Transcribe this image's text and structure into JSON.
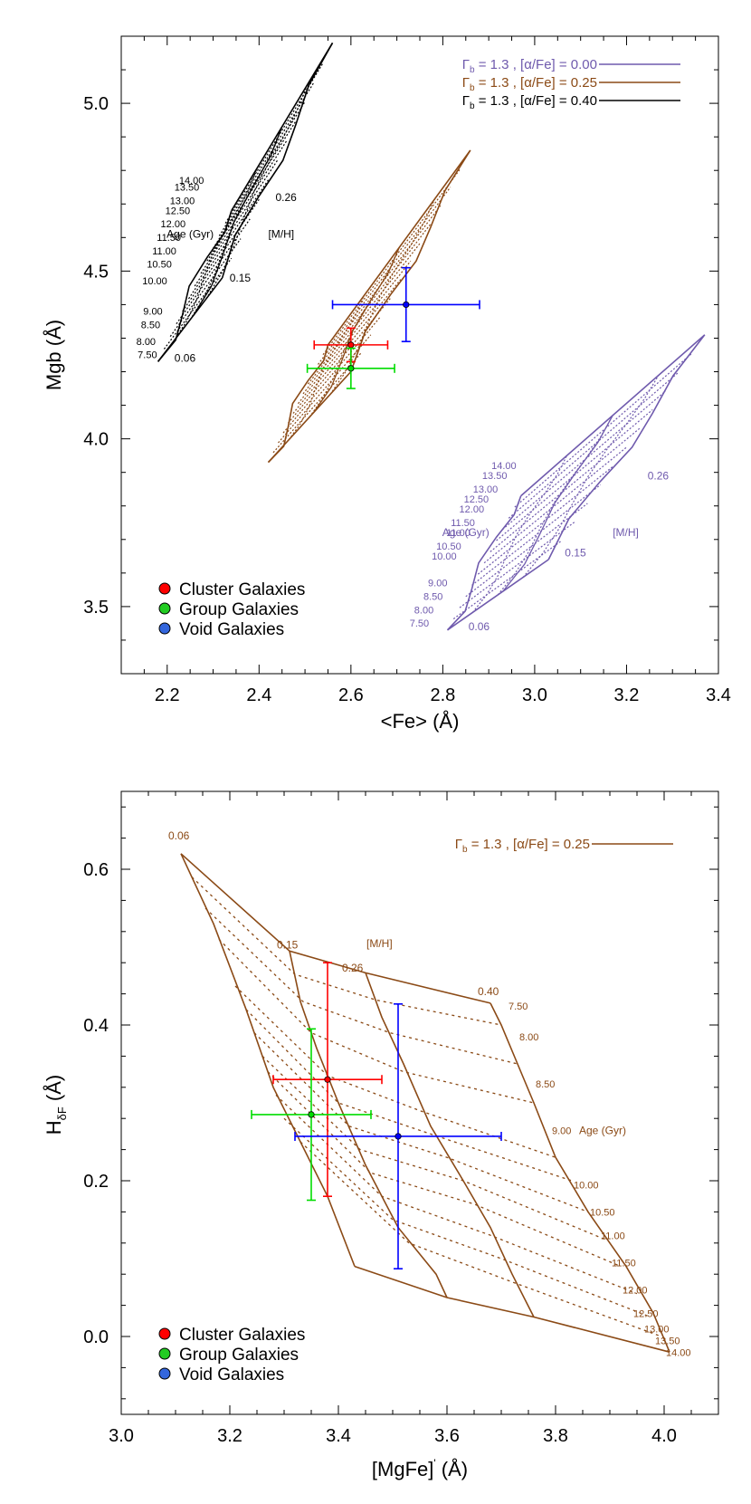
{
  "chart_data": [
    {
      "type": "line",
      "xlabel": "<Fe> (Å)",
      "ylabel": "Mgb (Å)",
      "xlim": [
        2.1,
        3.4
      ],
      "ylim": [
        3.3,
        5.2
      ],
      "xticks": [
        "2.2",
        "2.4",
        "2.6",
        "2.8",
        "3.0",
        "3.2",
        "3.4"
      ],
      "yticks": [
        "3.5",
        "4.0",
        "4.5",
        "5.0"
      ],
      "legend_lines": [
        {
          "parts": [
            "Γ",
            "b",
            " = 1.3 , [α/Fe] = 0.00"
          ],
          "color": "#6f5aad"
        },
        {
          "parts": [
            "Γ",
            "b",
            " = 1.3 , [α/Fe] = 0.25"
          ],
          "color": "#8b4a16"
        },
        {
          "parts": [
            "Γ",
            "b",
            " = 1.3 , [α/Fe] = 0.40"
          ],
          "color": "#000000"
        }
      ],
      "grids": [
        {
          "name": "[α/Fe] = 0.40",
          "color": "#000000",
          "corners": {
            "low_young": [
              2.18,
              4.23
            ],
            "low_old": [
              2.34,
              4.68
            ],
            "high_young": [
              2.32,
              4.48
            ],
            "high_old": [
              2.56,
              5.18
            ]
          },
          "ages": [
            "7.50",
            "8.00",
            "8.50",
            "9.00",
            "10.00",
            "10.50",
            "11.00",
            "11.50",
            "12.00",
            "12.50",
            "13.00",
            "13.50",
            "14.00"
          ],
          "age_label_points": [
            [
              2.178,
              4.24
            ],
            [
              2.175,
              4.28
            ],
            [
              2.185,
              4.33
            ],
            [
              2.19,
              4.37
            ],
            [
              2.2,
              4.46
            ],
            [
              2.21,
              4.51
            ],
            [
              2.22,
              4.55
            ],
            [
              2.23,
              4.59
            ],
            [
              2.24,
              4.63
            ],
            [
              2.25,
              4.67
            ],
            [
              2.26,
              4.7
            ],
            [
              2.27,
              4.74
            ],
            [
              2.28,
              4.76
            ]
          ],
          "metallicities": [
            "0.06",
            "0.15",
            "0.26"
          ],
          "metallicity_label_points": [
            [
              2.2,
              4.24
            ],
            [
              2.32,
              4.48
            ],
            [
              2.42,
              4.72
            ]
          ],
          "age_axis_label": "Age (Gyr)",
          "age_axis_label_point": [
            2.12,
            4.6
          ],
          "metal_axis_label": "[M/H]",
          "metal_axis_label_point": [
            2.42,
            4.6
          ]
        },
        {
          "name": "[α/Fe] = 0.25",
          "color": "#8b4a16",
          "corners": {
            "low_young": [
              2.42,
              3.93
            ],
            "low_old": [
              2.55,
              4.28
            ],
            "high_young": [
              2.6,
              4.2
            ],
            "high_old": [
              2.86,
              4.86
            ]
          }
        },
        {
          "name": "[α/Fe] = 0.00",
          "color": "#6f5aad",
          "corners": {
            "low_young": [
              2.81,
              3.43
            ],
            "low_old": [
              2.97,
              3.83
            ],
            "high_young": [
              3.03,
              3.64
            ],
            "high_old": [
              3.37,
              4.31
            ]
          },
          "ages": [
            "7.50",
            "8.00",
            "8.50",
            "9.00",
            "10.00",
            "10.50",
            "11.00",
            "11.50",
            "12.00",
            "12.50",
            "13.00",
            "13.50",
            "14.00"
          ],
          "age_label_points": [
            [
              2.77,
              3.44
            ],
            [
              2.78,
              3.48
            ],
            [
              2.8,
              3.52
            ],
            [
              2.81,
              3.56
            ],
            [
              2.83,
              3.64
            ],
            [
              2.84,
              3.67
            ],
            [
              2.86,
              3.71
            ],
            [
              2.87,
              3.74
            ],
            [
              2.89,
              3.78
            ],
            [
              2.9,
              3.81
            ],
            [
              2.92,
              3.84
            ],
            [
              2.94,
              3.88
            ],
            [
              2.96,
              3.91
            ]
          ],
          "metallicities": [
            "0.06",
            "0.15",
            "0.26"
          ],
          "metallicity_label_points": [
            [
              2.84,
              3.44
            ],
            [
              3.05,
              3.66
            ],
            [
              3.23,
              3.89
            ]
          ],
          "age_axis_label": "Age (Gyr)",
          "age_axis_label_point": [
            2.72,
            3.71
          ],
          "metal_axis_label": "[M/H]",
          "metal_axis_label_point": [
            3.17,
            3.71
          ]
        }
      ],
      "points": [
        {
          "name": "Cluster Galaxies",
          "x": 2.6,
          "y": 4.28,
          "xerr": 0.08,
          "yerr": 0.05,
          "color": "#ff0000"
        },
        {
          "name": "Group Galaxies",
          "x": 2.6,
          "y": 4.21,
          "xerr": 0.095,
          "yerr": 0.06,
          "color": "#00dd00"
        },
        {
          "name": "Void Galaxies",
          "x": 2.72,
          "y": 4.4,
          "xerr": 0.16,
          "yerr": 0.11,
          "color": "#0000ff"
        }
      ],
      "legend": {
        "placement": "bottom-left",
        "entries": [
          {
            "label": "Cluster Galaxies",
            "color": "#ff0000"
          },
          {
            "label": "Group Galaxies",
            "color": "#22cc22"
          },
          {
            "label": "Void Galaxies",
            "color": "#3366dd"
          }
        ]
      }
    },
    {
      "type": "line",
      "xlabel_parts": [
        "[MgFe]",
        "'",
        " (Å)"
      ],
      "ylabel_parts": [
        "H",
        "δF",
        " (Å)"
      ],
      "xlim": [
        3.0,
        4.1
      ],
      "ylim": [
        -0.1,
        0.7
      ],
      "xticks": [
        "3.0",
        "3.2",
        "3.4",
        "3.6",
        "3.8",
        "4.0"
      ],
      "yticks": [
        "0.0",
        "0.2",
        "0.4",
        "0.6"
      ],
      "legend_lines": [
        {
          "parts": [
            "Γ",
            "b",
            " = 1.3 , [α/Fe] = 0.25"
          ],
          "color": "#8b4a16"
        }
      ],
      "grid": {
        "color": "#8b4a16",
        "metal_lines": [
          {
            "label": "0.06",
            "points": [
              [
                3.11,
                0.62
              ],
              [
                3.17,
                0.53
              ],
              [
                3.23,
                0.42
              ],
              [
                3.28,
                0.32
              ],
              [
                3.33,
                0.25
              ],
              [
                3.38,
                0.18
              ],
              [
                3.43,
                0.09
              ]
            ]
          },
          {
            "label": "0.15",
            "points": [
              [
                3.31,
                0.495
              ],
              [
                3.33,
                0.43
              ],
              [
                3.36,
                0.37
              ],
              [
                3.4,
                0.3
              ],
              [
                3.45,
                0.22
              ],
              [
                3.51,
                0.14
              ],
              [
                3.58,
                0.08
              ],
              [
                3.6,
                0.05
              ]
            ]
          },
          {
            "label": "0.26",
            "points": [
              [
                3.45,
                0.467
              ],
              [
                3.48,
                0.41
              ],
              [
                3.52,
                0.35
              ],
              [
                3.57,
                0.27
              ],
              [
                3.63,
                0.2
              ],
              [
                3.68,
                0.14
              ],
              [
                3.72,
                0.08
              ],
              [
                3.76,
                0.025
              ]
            ]
          },
          {
            "label": "0.40",
            "points": [
              [
                3.68,
                0.428
              ],
              [
                3.7,
                0.4
              ],
              [
                3.73,
                0.35
              ],
              [
                3.76,
                0.3
              ],
              [
                3.8,
                0.23
              ],
              [
                3.86,
                0.16
              ],
              [
                3.93,
                0.09
              ],
              [
                3.98,
                0.03
              ],
              [
                4.01,
                -0.02
              ]
            ]
          }
        ],
        "age_lines": [
          {
            "label": "7.50",
            "points": [
              [
                3.11,
                0.62
              ],
              [
                3.31,
                0.495
              ],
              [
                3.45,
                0.467
              ],
              [
                3.68,
                0.428
              ]
            ]
          },
          {
            "label": "8.00",
            "points": [
              [
                3.13,
                0.59
              ],
              [
                3.32,
                0.465
              ],
              [
                3.47,
                0.432
              ],
              [
                3.7,
                0.4
              ]
            ]
          },
          {
            "label": "8.50",
            "points": [
              [
                3.155,
                0.55
              ],
              [
                3.335,
                0.43
              ],
              [
                3.495,
                0.39
              ],
              [
                3.73,
                0.35
              ]
            ]
          },
          {
            "label": "9.00",
            "points": [
              [
                3.18,
                0.51
              ],
              [
                3.35,
                0.39
              ],
              [
                3.52,
                0.34
              ],
              [
                3.76,
                0.3
              ]
            ]
          },
          {
            "label": "10.00",
            "points": [
              [
                3.21,
                0.45
              ],
              [
                3.38,
                0.335
              ],
              [
                3.55,
                0.29
              ],
              [
                3.8,
                0.23
              ]
            ]
          },
          {
            "label": "10.50",
            "points": [
              [
                3.23,
                0.42
              ],
              [
                3.4,
                0.3
              ],
              [
                3.57,
                0.26
              ],
              [
                3.83,
                0.2
              ]
            ]
          },
          {
            "label": "11.00",
            "points": [
              [
                3.245,
                0.39
              ],
              [
                3.42,
                0.27
              ],
              [
                3.6,
                0.23
              ],
              [
                3.86,
                0.16
              ]
            ]
          },
          {
            "label": "11.50",
            "points": [
              [
                3.26,
                0.36
              ],
              [
                3.44,
                0.24
              ],
              [
                3.63,
                0.2
              ],
              [
                3.89,
                0.125
              ]
            ]
          },
          {
            "label": "12.00",
            "points": [
              [
                3.27,
                0.34
              ],
              [
                3.46,
                0.21
              ],
              [
                3.65,
                0.17
              ],
              [
                3.92,
                0.09
              ]
            ]
          },
          {
            "label": "12.50",
            "points": [
              [
                3.285,
                0.31
              ],
              [
                3.48,
                0.18
              ],
              [
                3.68,
                0.13
              ],
              [
                3.95,
                0.055
              ]
            ]
          },
          {
            "label": "13.00",
            "points": [
              [
                3.3,
                0.28
              ],
              [
                3.5,
                0.15
              ],
              [
                3.7,
                0.1
              ],
              [
                3.975,
                0.025
              ]
            ]
          },
          {
            "label": "13.50",
            "points": [
              [
                3.33,
                0.25
              ],
              [
                3.53,
                0.12
              ],
              [
                3.72,
                0.07
              ],
              [
                3.995,
                0.0
              ]
            ]
          },
          {
            "label": "14.00",
            "points": [
              [
                3.43,
                0.09
              ],
              [
                3.6,
                0.05
              ],
              [
                3.76,
                0.025
              ],
              [
                4.01,
                -0.02
              ]
            ]
          }
        ],
        "age_label_points": [
          [
            3.69,
            0.42
          ],
          [
            3.71,
            0.38
          ],
          [
            3.74,
            0.32
          ],
          [
            3.77,
            0.26
          ],
          [
            3.81,
            0.19
          ],
          [
            3.84,
            0.155
          ],
          [
            3.86,
            0.125
          ],
          [
            3.88,
            0.09
          ],
          [
            3.9,
            0.055
          ],
          [
            3.92,
            0.025
          ],
          [
            3.94,
            0.005
          ],
          [
            3.96,
            -0.01
          ],
          [
            3.98,
            -0.025
          ]
        ],
        "metal_label_points": [
          [
            3.07,
            0.65
          ],
          [
            3.27,
            0.51
          ],
          [
            3.39,
            0.48
          ],
          [
            3.64,
            0.45
          ]
        ],
        "age_axis_label": "Age (Gyr)",
        "age_axis_label_point": [
          3.86,
          0.26
        ],
        "metal_axis_label": "[M/H]",
        "metal_axis_label_point": [
          3.51,
          0.5
        ]
      },
      "points": [
        {
          "name": "Cluster Galaxies",
          "x": 3.38,
          "y": 0.33,
          "xerr": 0.1,
          "yerr": 0.15,
          "color": "#ff0000"
        },
        {
          "name": "Group Galaxies",
          "x": 3.35,
          "y": 0.285,
          "xerr": 0.11,
          "yerr": 0.11,
          "color": "#00dd00"
        },
        {
          "name": "Void Galaxies",
          "x": 3.51,
          "y": 0.257,
          "xerr": 0.19,
          "yerr": 0.17,
          "color": "#0000ff"
        }
      ],
      "legend": {
        "placement": "bottom-left",
        "entries": [
          {
            "label": "Cluster Galaxies",
            "color": "#ff0000"
          },
          {
            "label": "Group Galaxies",
            "color": "#22cc22"
          },
          {
            "label": "Void Galaxies",
            "color": "#3366dd"
          }
        ]
      }
    }
  ]
}
